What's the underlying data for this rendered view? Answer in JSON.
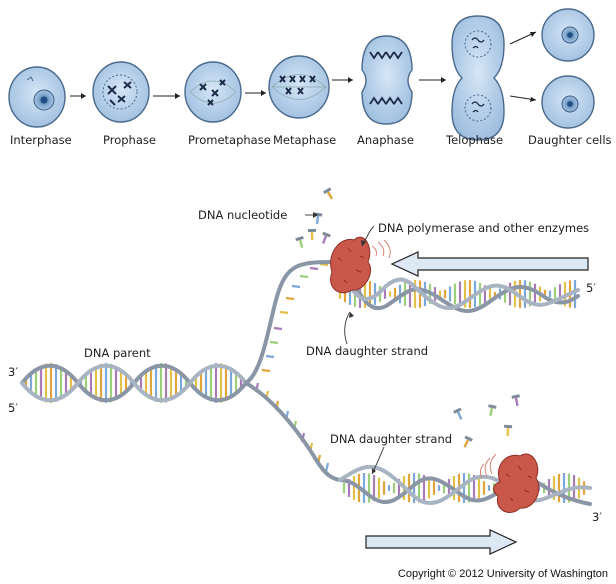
{
  "mitosis": {
    "stages": [
      {
        "label": "Interphase"
      },
      {
        "label": "Prophase"
      },
      {
        "label": "Prometaphase"
      },
      {
        "label": "Metaphase"
      },
      {
        "label": "Anaphase"
      },
      {
        "label": "Telophase"
      },
      {
        "label": "Daughter cells"
      }
    ]
  },
  "replication": {
    "dna_nucleotide": "DNA nucleotide",
    "polymerase": "DNA polymerase and other enzymes",
    "dna_parent": "DNA parent",
    "daughter_strand_top": "DNA daughter strand",
    "daughter_strand_bottom": "DNA daughter strand",
    "end_3_left": "3′",
    "end_5_left": "5′",
    "end_5_right": "5′",
    "end_3_right": "3′"
  },
  "copyright": "Copyright © 2012 University of Washington",
  "colors": {
    "cell_fill": "#bcd4ec",
    "cell_outline": "#4a6a8c",
    "dna_backbone": "#9aa6b4",
    "enzyme": "#c9574a",
    "arrow_fill": "#dde8f5",
    "base_colors": [
      "#e0a43a",
      "#7aa8d8",
      "#9ccf7a",
      "#a87ab8",
      "#e3c04a"
    ]
  }
}
